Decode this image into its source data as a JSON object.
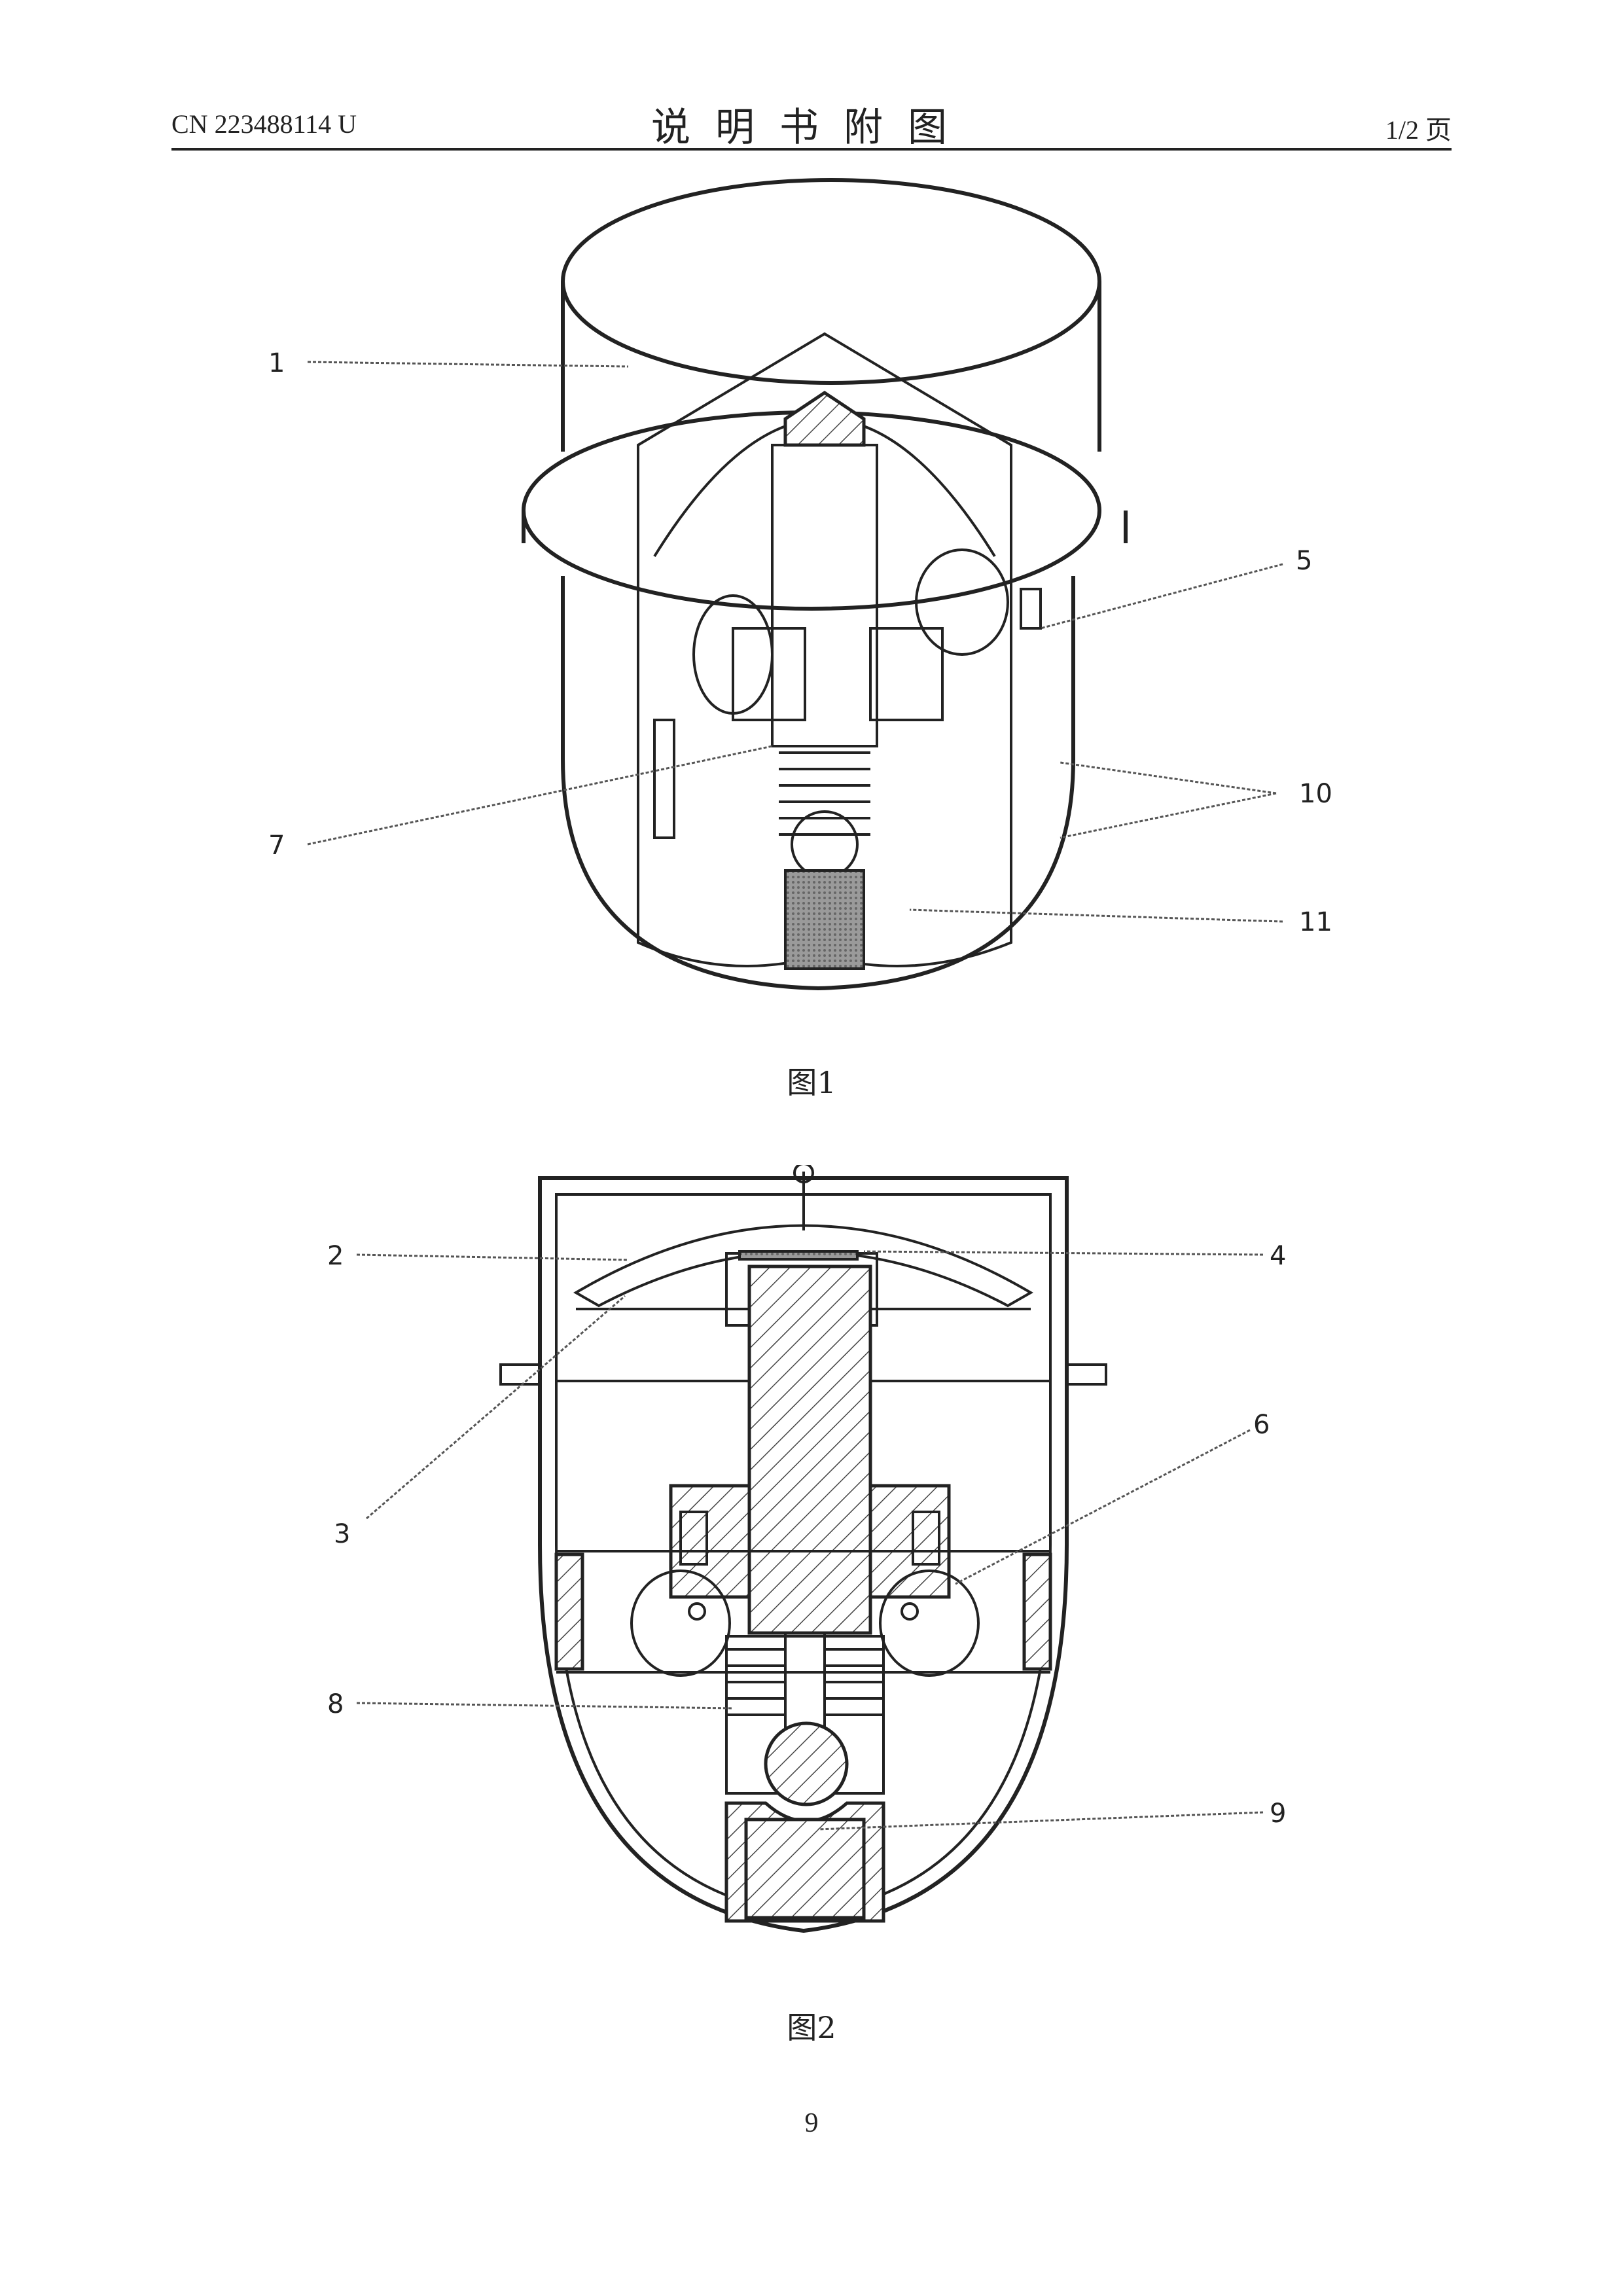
{
  "header": {
    "patent_number": "CN 223488114 U",
    "title": "说明书附图",
    "page_of": "1/2 页"
  },
  "figure1": {
    "caption": "图1",
    "labels": [
      "1",
      "5",
      "7",
      "10",
      "11"
    ]
  },
  "figure2": {
    "caption": "图2",
    "labels": [
      "2",
      "3",
      "4",
      "6",
      "8",
      "9"
    ]
  },
  "footer": {
    "page_number": "9"
  }
}
